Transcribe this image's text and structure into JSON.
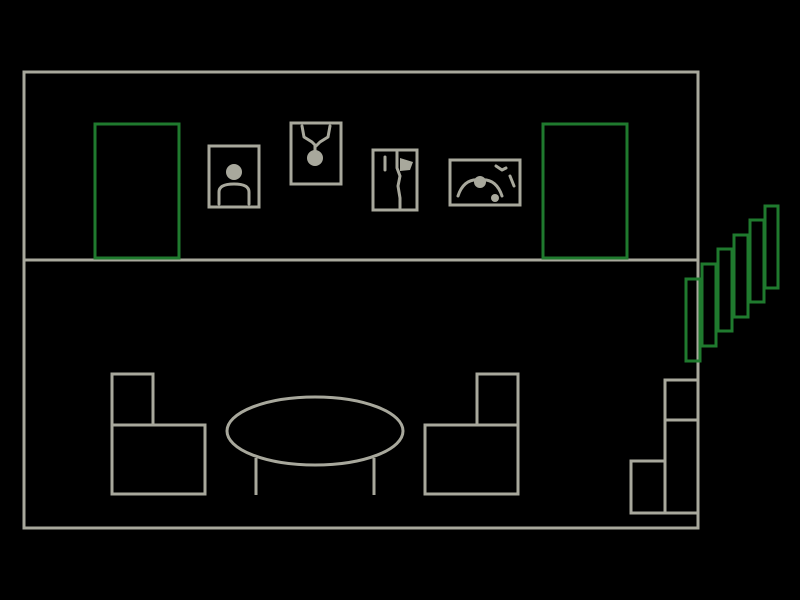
{
  "game": {
    "view": "room-cross-section",
    "colors": {
      "background": "#000000",
      "outline": "#a8a89c",
      "interactive": "#1f7a2e"
    },
    "upper_floor": {
      "doors": [
        "left-door",
        "right-door"
      ],
      "paintings": [
        "portrait-painting",
        "pendant-painting",
        "cliff-painting",
        "landscape-painting"
      ]
    },
    "lower_floor": {
      "furniture": [
        "left-armchair",
        "oval-table",
        "right-armchair",
        "crates"
      ]
    },
    "staircase": {
      "step_count": 6
    }
  }
}
